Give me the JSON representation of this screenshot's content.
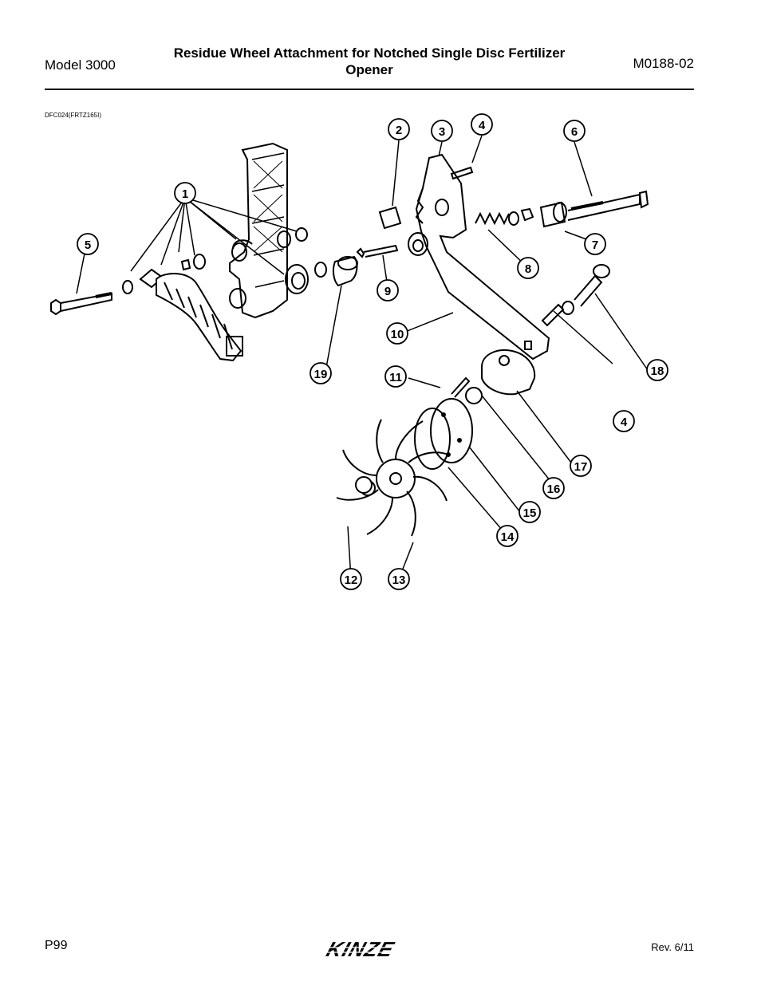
{
  "header": {
    "model": "Model 3000",
    "title": "Residue Wheel Attachment for Notched Single Disc Fertilizer Opener",
    "doc_number": "M0188-02"
  },
  "figure": {
    "id": "DFC024(FRTZ165I)",
    "callouts": [
      "1",
      "2",
      "3",
      "4",
      "5",
      "6",
      "7",
      "8",
      "9",
      "10",
      "11",
      "12",
      "13",
      "14",
      "15",
      "16",
      "17",
      "18",
      "19"
    ]
  },
  "footer": {
    "page": "P99",
    "logo": "KINZE",
    "revision": "Rev. 6/11"
  }
}
